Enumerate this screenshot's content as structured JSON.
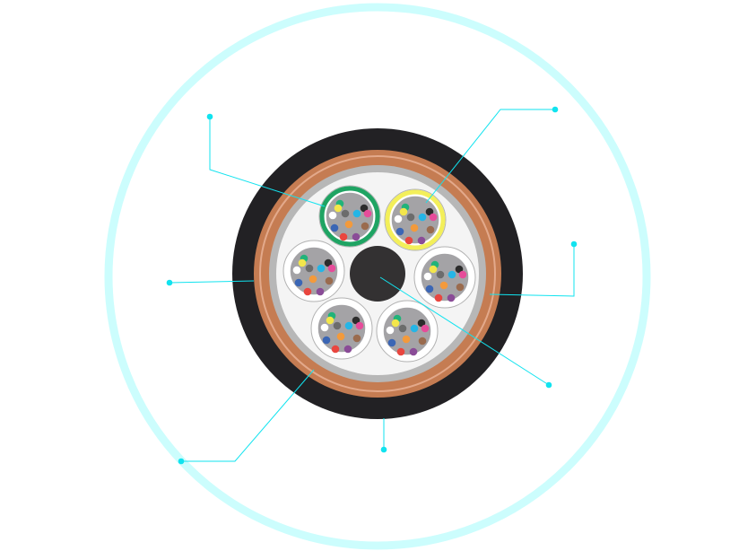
{
  "colors": {
    "background": "#ffffff",
    "halo": "#ccfdfd",
    "leader": "#11e3ef",
    "jacket": "#222124",
    "armor": "#c57c52",
    "armor_edge": "#e3a98b",
    "armor_inner_ring": "#b7b7b7",
    "core_fill": "#f4f4f4",
    "central_strength_member": "#333132",
    "tube_fill": "#a4a3a6",
    "tube_outline": "#b2b2b2"
  },
  "icons": {
    "halo": "halo-ring-icon",
    "cable": "fiber-cable-cross-section-icon",
    "callout": "callout-dot-icon"
  },
  "cable": {
    "layers": [
      "outer-jacket",
      "armor-tape",
      "inner-sheath",
      "core",
      "central-strength-member"
    ],
    "tube_count": 6,
    "fibers_per_tube": 12,
    "tubes": [
      {
        "id": "tube-1",
        "ring_color": "#1fa463"
      },
      {
        "id": "tube-2",
        "ring_color": "#f3ef5a"
      },
      {
        "id": "tube-3",
        "ring_color": "#ffffff"
      },
      {
        "id": "tube-4",
        "ring_color": "#ffffff"
      },
      {
        "id": "tube-5",
        "ring_color": "#ffffff"
      },
      {
        "id": "tube-6",
        "ring_color": "#ffffff"
      }
    ],
    "fiber_colors": [
      "#3b66b5",
      "#f39a3c",
      "#21b37a",
      "#6c6c6c",
      "#ffffff",
      "#e9463f",
      "#2c2c2c",
      "#f3e64b",
      "#8a4c97",
      "#25b5e6",
      "#e64c9a",
      "#9a6b4e"
    ]
  },
  "callouts": [
    {
      "id": "callout-top-left",
      "target": "tube-1"
    },
    {
      "id": "callout-top-right",
      "target": "tube-2"
    },
    {
      "id": "callout-left",
      "target": "outer-jacket"
    },
    {
      "id": "callout-right",
      "target": "armor-tape"
    },
    {
      "id": "callout-bottom-left",
      "target": "inner-sheath"
    },
    {
      "id": "callout-bottom",
      "target": "outer-jacket"
    },
    {
      "id": "callout-bottom-right",
      "target": "central-strength-member"
    }
  ]
}
